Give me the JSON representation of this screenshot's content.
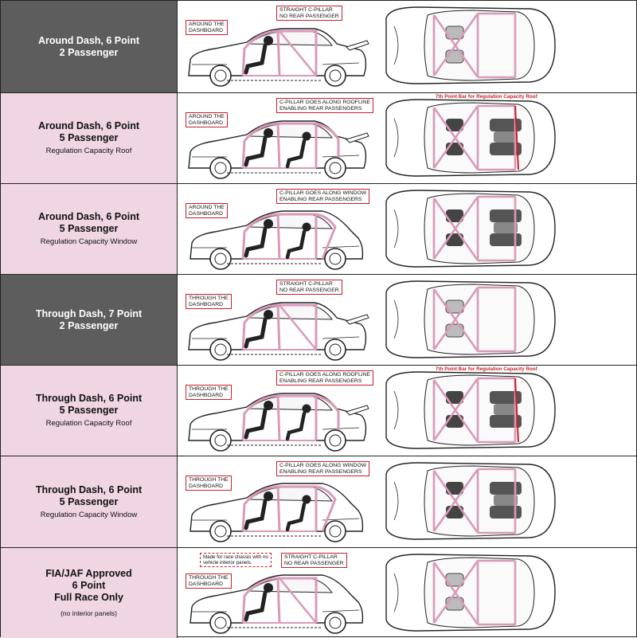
{
  "rows": [
    {
      "title": "Around Dash, 6 Point",
      "subtitle": "2 Passenger",
      "note": "",
      "theme": "dark",
      "callouts": [
        "AROUND THE\nDASHBOARD",
        "STRAIGHT C-PILLAR\nNO REAR PASSENGER"
      ],
      "roof_note": "",
      "extra_note": ""
    },
    {
      "title": "Around Dash, 6 Point",
      "subtitle": "5 Passenger",
      "note": "Regulation Capacity Roof",
      "theme": "pink",
      "callouts": [
        "AROUND THE\nDASHBOARD",
        "C-PILLAR GOES ALONG ROOFLINE\nENABLING REAR PASSENGERS"
      ],
      "roof_note": "7th Point Bar for Regulation Capacity Roof",
      "extra_note": ""
    },
    {
      "title": "Around Dash, 6 Point",
      "subtitle": "5 Passenger",
      "note": "Regulation Capacity Window",
      "theme": "pink",
      "callouts": [
        "AROUND THE\nDASHBOARD",
        "C-PILLAR GOES ALONG WINDOW\nENABLING REAR PASSENGERS"
      ],
      "roof_note": "",
      "extra_note": ""
    },
    {
      "title": "Through Dash, 7 Point",
      "subtitle": "2 Passenger",
      "note": "",
      "theme": "dark",
      "callouts": [
        "THROUGH THE\nDASHBOARD",
        "STRAIGHT C-PILLAR\nNO REAR PASSENGER"
      ],
      "roof_note": "",
      "extra_note": ""
    },
    {
      "title": "Through Dash, 6 Point",
      "subtitle": "5 Passenger",
      "note": "Regulation Capacity Roof",
      "theme": "pink",
      "callouts": [
        "THROUGH THE\nDASHBOARD",
        "C-PILLAR GOES ALONG ROOFLINE\nENABLING REAR PASSENGERS"
      ],
      "roof_note": "7th Point Bar for Regulation Capacity Roof",
      "extra_note": ""
    },
    {
      "title": "Through Dash, 6 Point",
      "subtitle": "5 Passenger",
      "note": "Regulation Capacity Window",
      "theme": "pink",
      "callouts": [
        "THROUGH THE\nDASHBOARD",
        "C-PILLAR GOES ALONG WINDOW\nENABLING REAR PASSENGERS"
      ],
      "roof_note": "",
      "extra_note": ""
    },
    {
      "title": "FIA/JAF Approved",
      "subtitle": "6 Point",
      "subtitle2": "Full Race Only",
      "note": "(no interior panels)",
      "theme": "pink",
      "callouts": [
        "THROUGH THE\nDASHBOARD",
        "STRAIGHT C-PILLAR\nNO REAR PASSENGER"
      ],
      "roof_note": "",
      "extra_note": "Made for race chassis with no\nvehicle interior panels."
    }
  ],
  "colors": {
    "cage": "#d99ab8",
    "callout_border": "#c8202b",
    "dark_bg": "#5d5d5d",
    "pink_bg": "#efd6e2"
  }
}
